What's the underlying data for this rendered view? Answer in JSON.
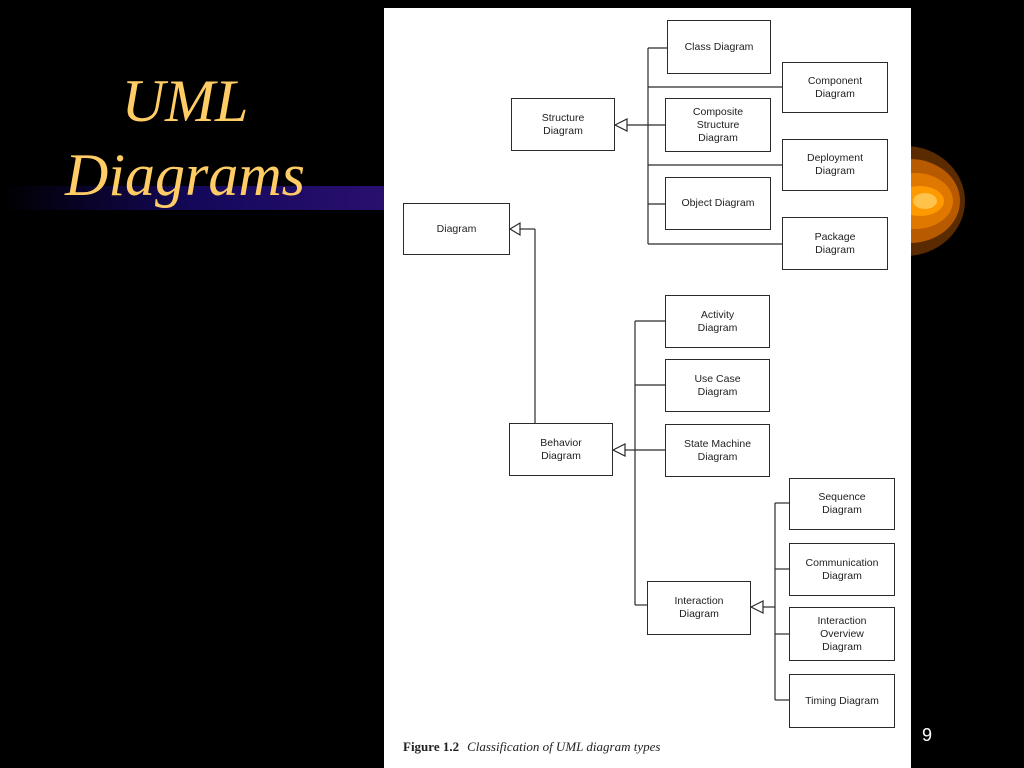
{
  "slide": {
    "title": "UML\nDiagrams",
    "page_number": "9"
  },
  "colors": {
    "background": "#000000",
    "title": "#FFCC66",
    "swoosh_dark": "#1a0a66",
    "swoosh_accent": "#FF9900"
  },
  "figure": {
    "caption_label": "Figure 1.2",
    "caption_text": "Classification of UML diagram types",
    "nodes": {
      "diagram": "Diagram",
      "structure": "Structure\nDiagram",
      "behavior": "Behavior\nDiagram",
      "class": "Class Diagram",
      "component": "Component\nDiagram",
      "composite": "Composite\nStructure\nDiagram",
      "deployment": "Deployment\nDiagram",
      "object": "Object Diagram",
      "package": "Package\nDiagram",
      "activity": "Activity\nDiagram",
      "use_case": "Use Case\nDiagram",
      "state_machine": "State Machine\nDiagram",
      "interaction": "Interaction\nDiagram",
      "sequence": "Sequence\nDiagram",
      "communication": "Communication\nDiagram",
      "interaction_overview": "Interaction\nOverview\nDiagram",
      "timing": "Timing Diagram"
    }
  }
}
